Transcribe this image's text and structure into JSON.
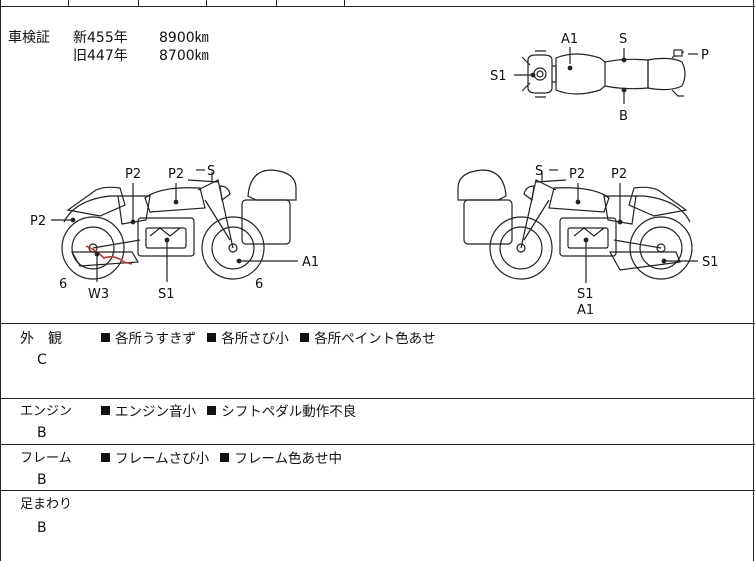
{
  "inspection": {
    "label": "車検証",
    "new_row": {
      "label": "新455年",
      "value": "8900㎞"
    },
    "old_row": {
      "label": "旧447年",
      "value": "8700㎞"
    }
  },
  "diagram_labels": {
    "top_A1": "A1",
    "top_S": "S",
    "top_P": "P",
    "top_S1": "S1",
    "top_B": "B",
    "left_P2a": "P2",
    "left_P2b": "P2",
    "left_S": "S",
    "left_P2c": "P2",
    "left_A1": "A1",
    "left_6a": "6",
    "left_W3": "W3",
    "left_S1": "S1",
    "left_6b": "6",
    "right_S": "S",
    "right_P2a": "P2",
    "right_P2b": "P2",
    "right_S1": "S1",
    "right_S1b": "S1",
    "right_A1": "A1"
  },
  "sections": {
    "exterior": {
      "label": "外　観",
      "grade": "C",
      "items": [
        "各所うすきず",
        "各所さび小",
        "各所ペイント色あせ"
      ]
    },
    "engine": {
      "label": "エンジン",
      "grade": "B",
      "items": [
        "エンジン音小",
        "シフトペダル動作不良"
      ]
    },
    "frame": {
      "label": "フレーム",
      "grade": "B",
      "items": [
        "フレームさび小",
        "フレーム色あせ中"
      ]
    },
    "suspension": {
      "label": "足まわり",
      "grade": "B",
      "items": []
    }
  },
  "colors": {
    "line": "#222222",
    "damage_mark": "#c0392b"
  }
}
